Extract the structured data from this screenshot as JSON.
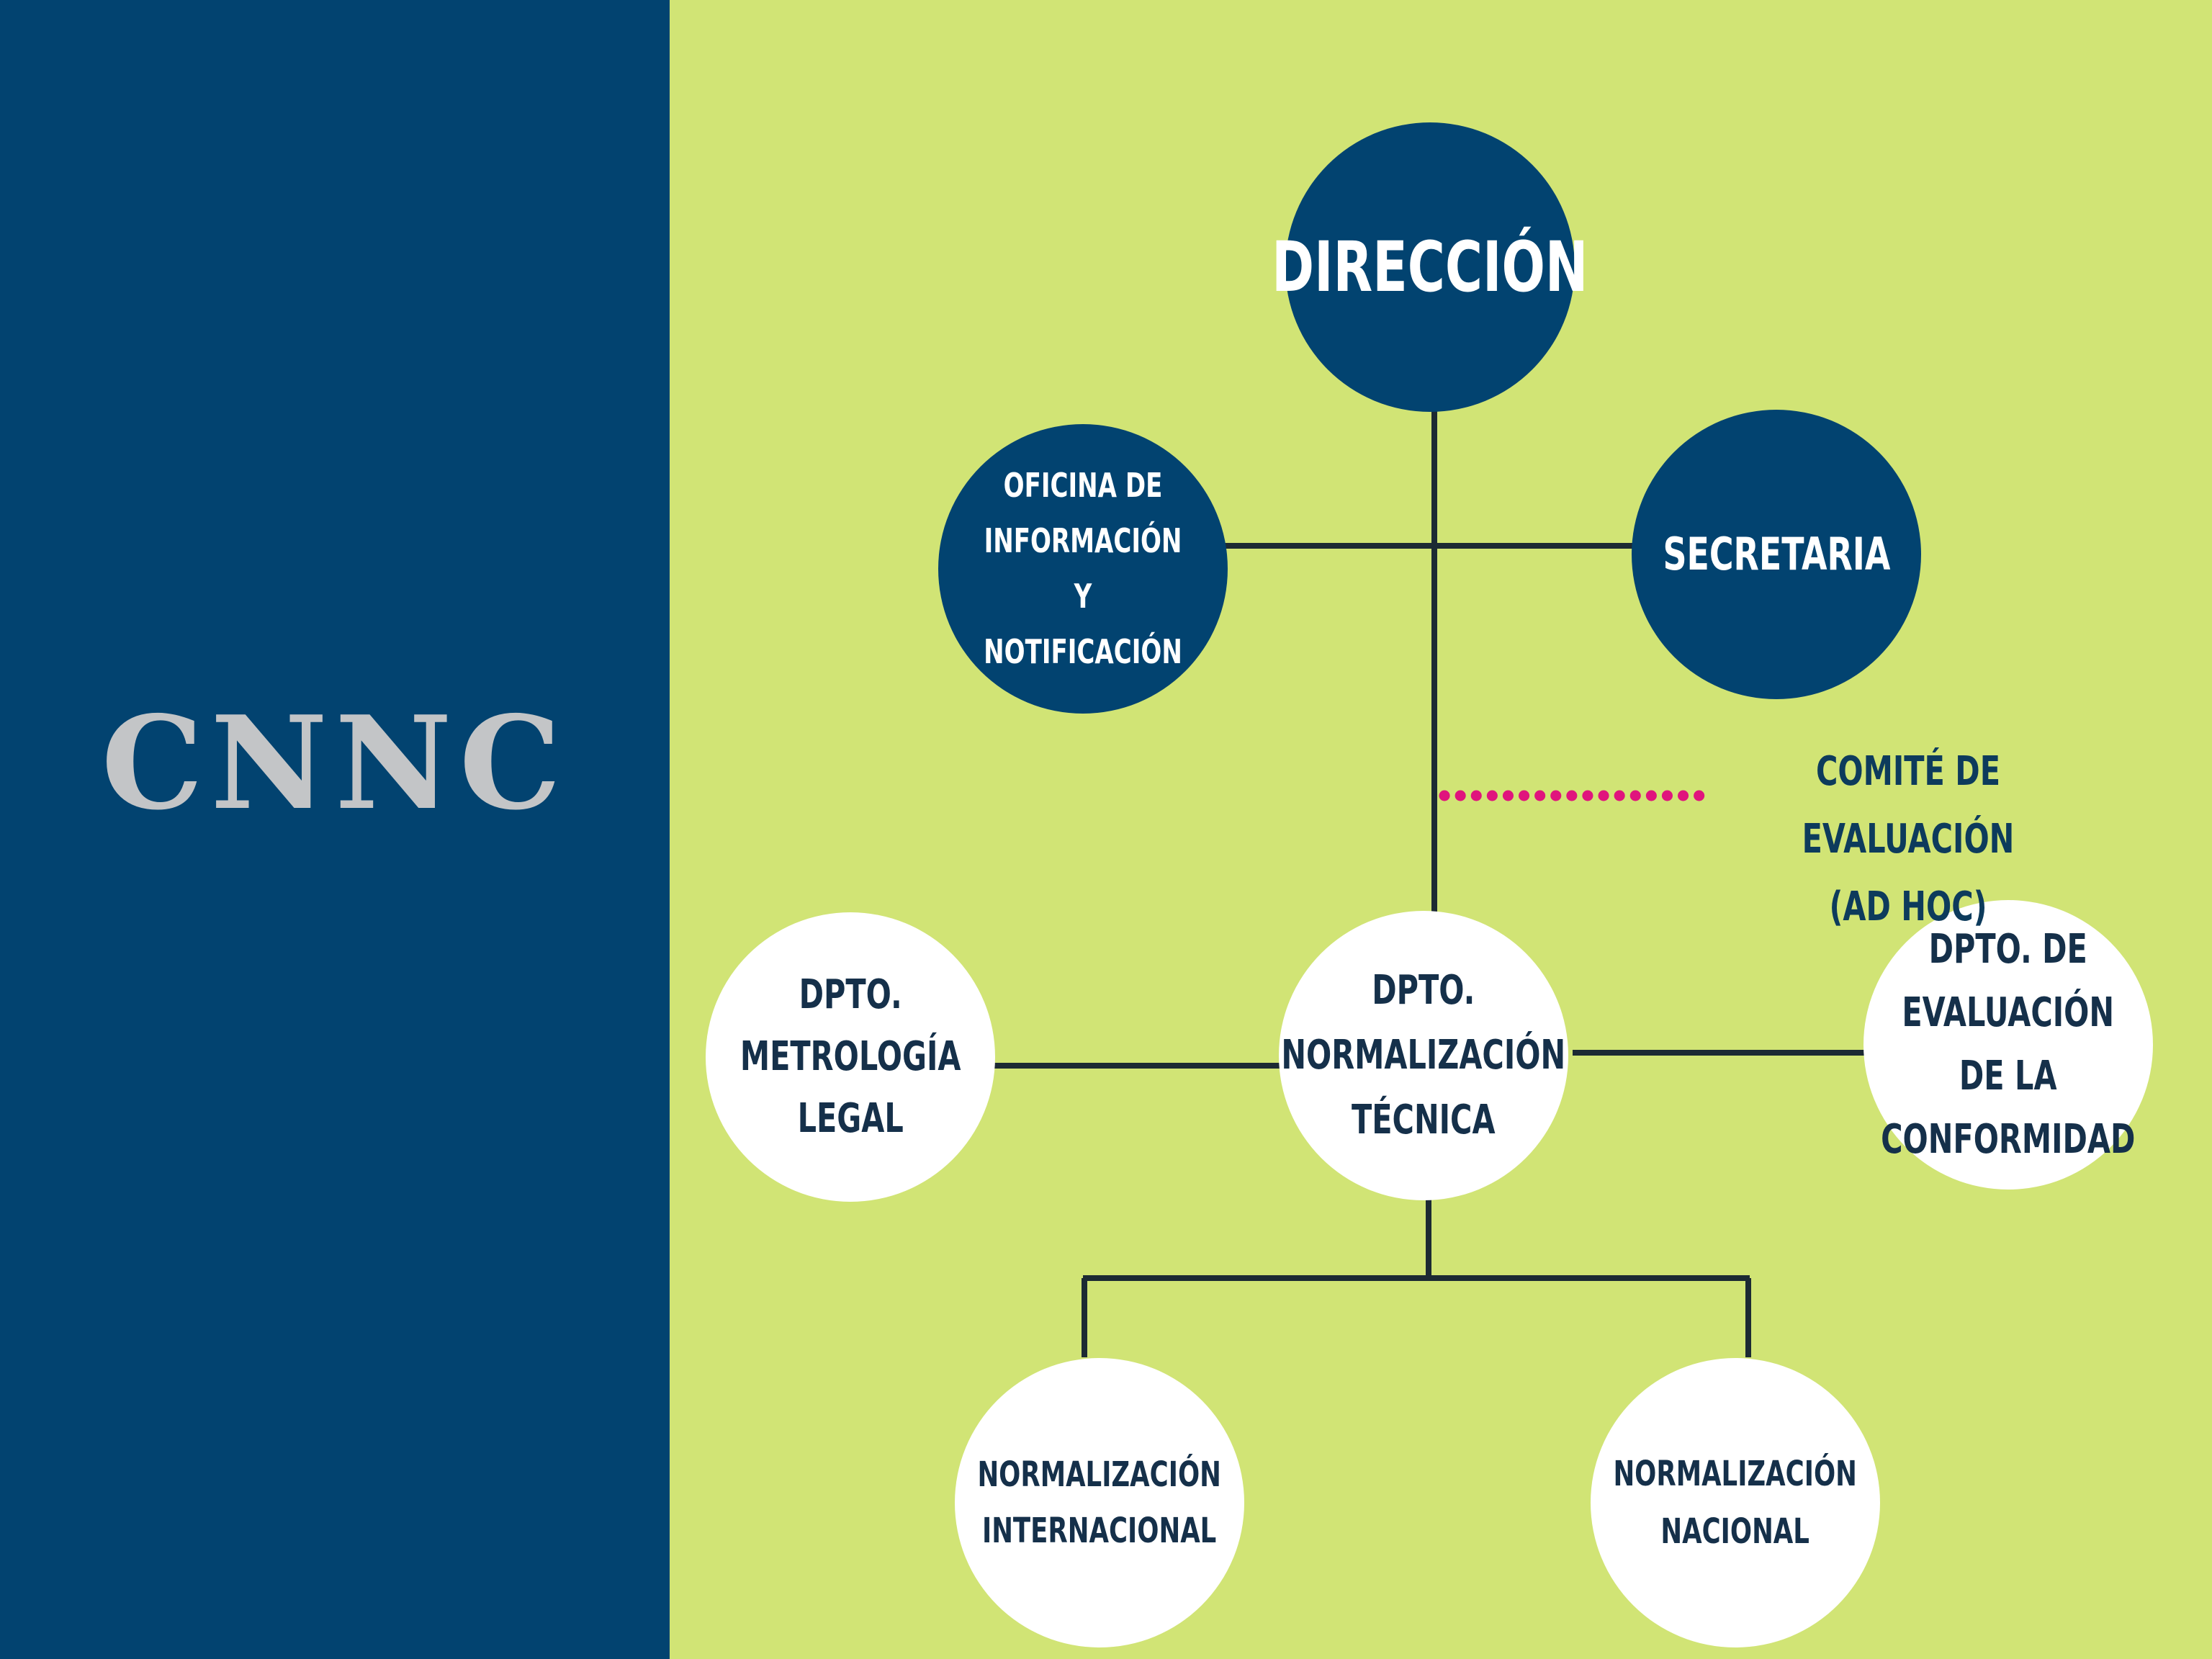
{
  "brand": {
    "name": "CNNC"
  },
  "colors": {
    "navy": "#024370",
    "lime": "#d1e475",
    "white": "#ffffff",
    "connector": "#1c2a33",
    "dotted": "#e0147d",
    "brand_text": "#c3c5c7"
  },
  "nodes": {
    "direccion": "DIRECCIÓN",
    "oficina": "OFICINA DE\nINFORMACIÓN Y\nNOTIFICACIÓN",
    "secretaria": "SECRETARIA",
    "metrologia": "DPTO. METROLOGÍA\nLEGAL",
    "normalizacion_tecnica": "DPTO.\nNORMALIZACIÓN\nTÉCNICA",
    "evaluacion": "DPTO. DE\nEVALUACIÓN DE LA\nCONFORMIDAD",
    "internacional": "NORMALIZACIÓN\nINTERNACIONAL",
    "nacional": "NORMALIZACIÓN\nNACIONAL"
  },
  "comite": "COMITÉ DE EVALUACIÓN\n(AD HOC)"
}
